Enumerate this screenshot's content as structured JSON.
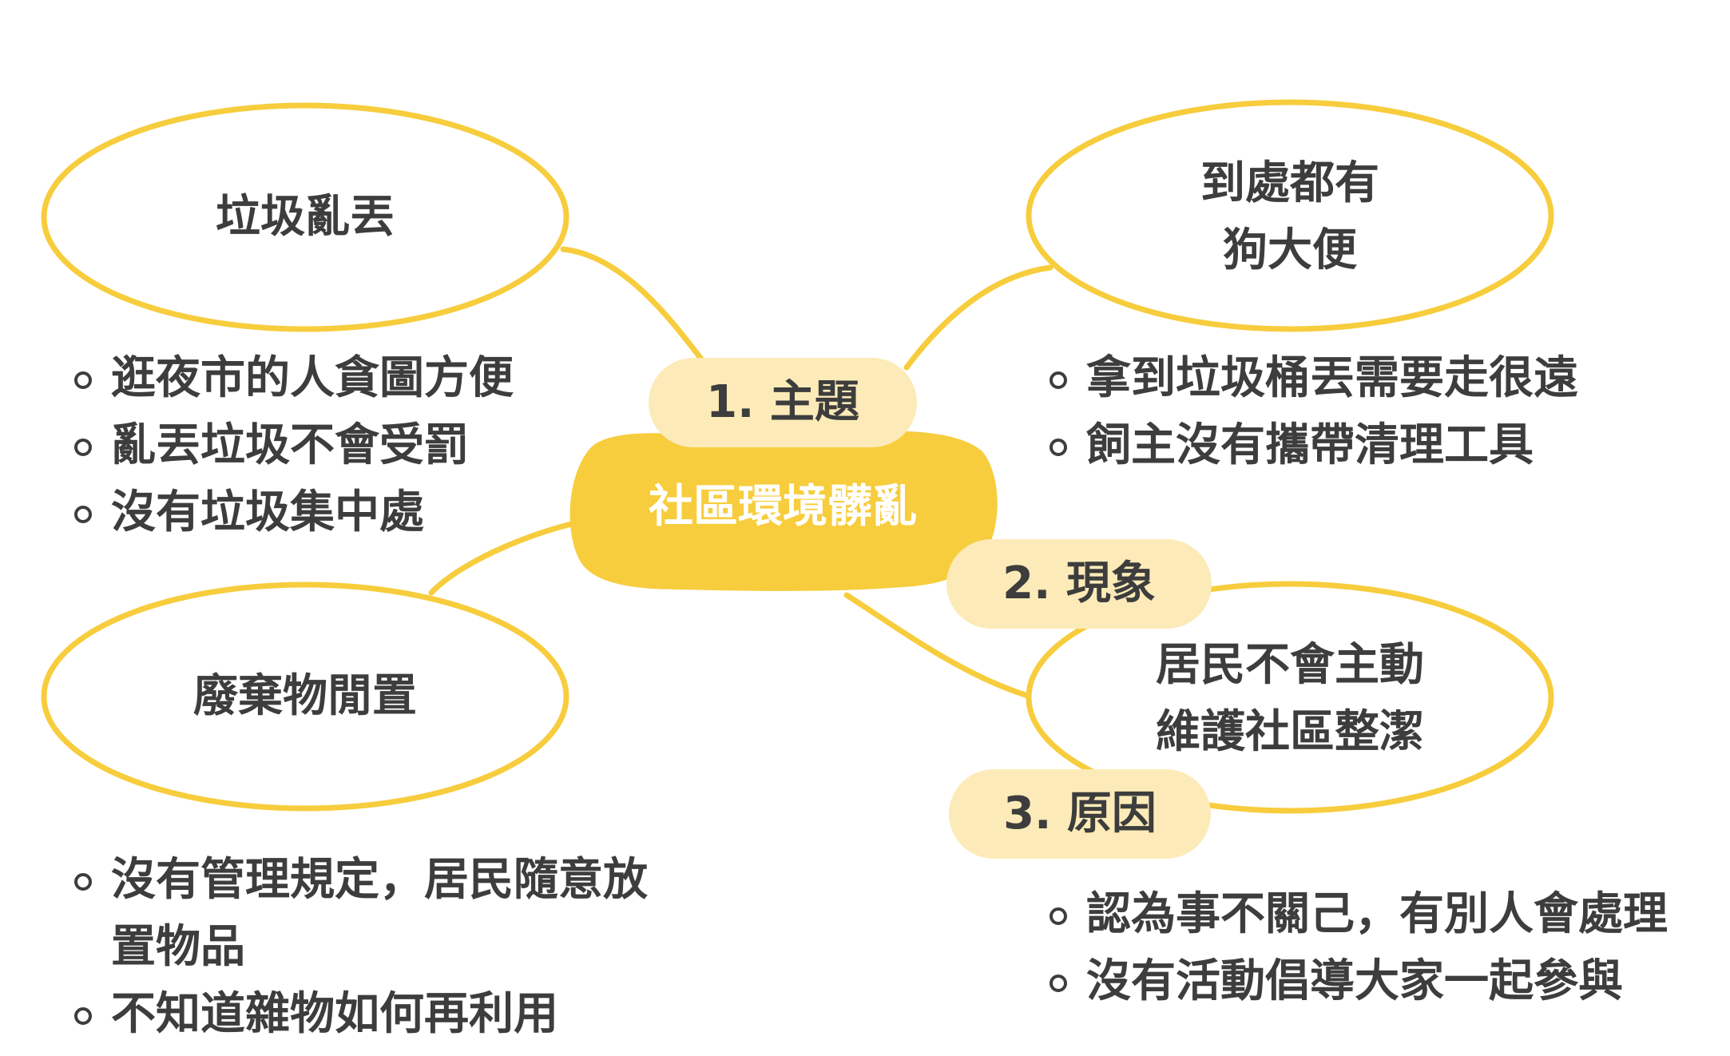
{
  "colors": {
    "accent": "#f7cd3d",
    "pill": "#fcebb8",
    "text": "#3d3d3d"
  },
  "center": {
    "label": "社區環境髒亂"
  },
  "tags": {
    "topic": "1. 主題",
    "phenomenon": "2. 現象",
    "reason": "3. 原因"
  },
  "nodes": {
    "litter": {
      "label": "垃圾亂丟"
    },
    "dog": {
      "line1": "到處都有",
      "line2": "狗大便"
    },
    "waste": {
      "label": "廢棄物閒置"
    },
    "residents": {
      "line1": "居民不會主動",
      "line2": "維護社區整潔"
    }
  },
  "bullets": {
    "litter": [
      "逛夜市的人貪圖方便",
      "亂丟垃圾不會受罰",
      "沒有垃圾集中處"
    ],
    "dog": [
      "拿到垃圾桶丟需要走很遠",
      "飼主沒有攜帶清理工具"
    ],
    "waste": [
      "沒有管理規定，居民隨意放置物品",
      "不知道雜物如何再利用"
    ],
    "residents": [
      "認為事不關己，有別人會處理",
      "沒有活動倡導大家一起參與"
    ]
  }
}
